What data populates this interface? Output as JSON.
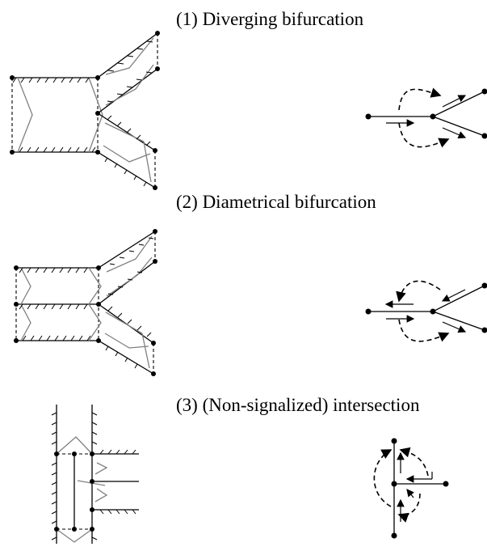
{
  "panels": [
    {
      "id": "diverging",
      "label": "(1) Diverging bifurcation"
    },
    {
      "id": "diametrical",
      "label": "(2) Diametrical bifurcation"
    },
    {
      "id": "intersection",
      "label": "(3) (Non-signalized) intersection"
    }
  ]
}
